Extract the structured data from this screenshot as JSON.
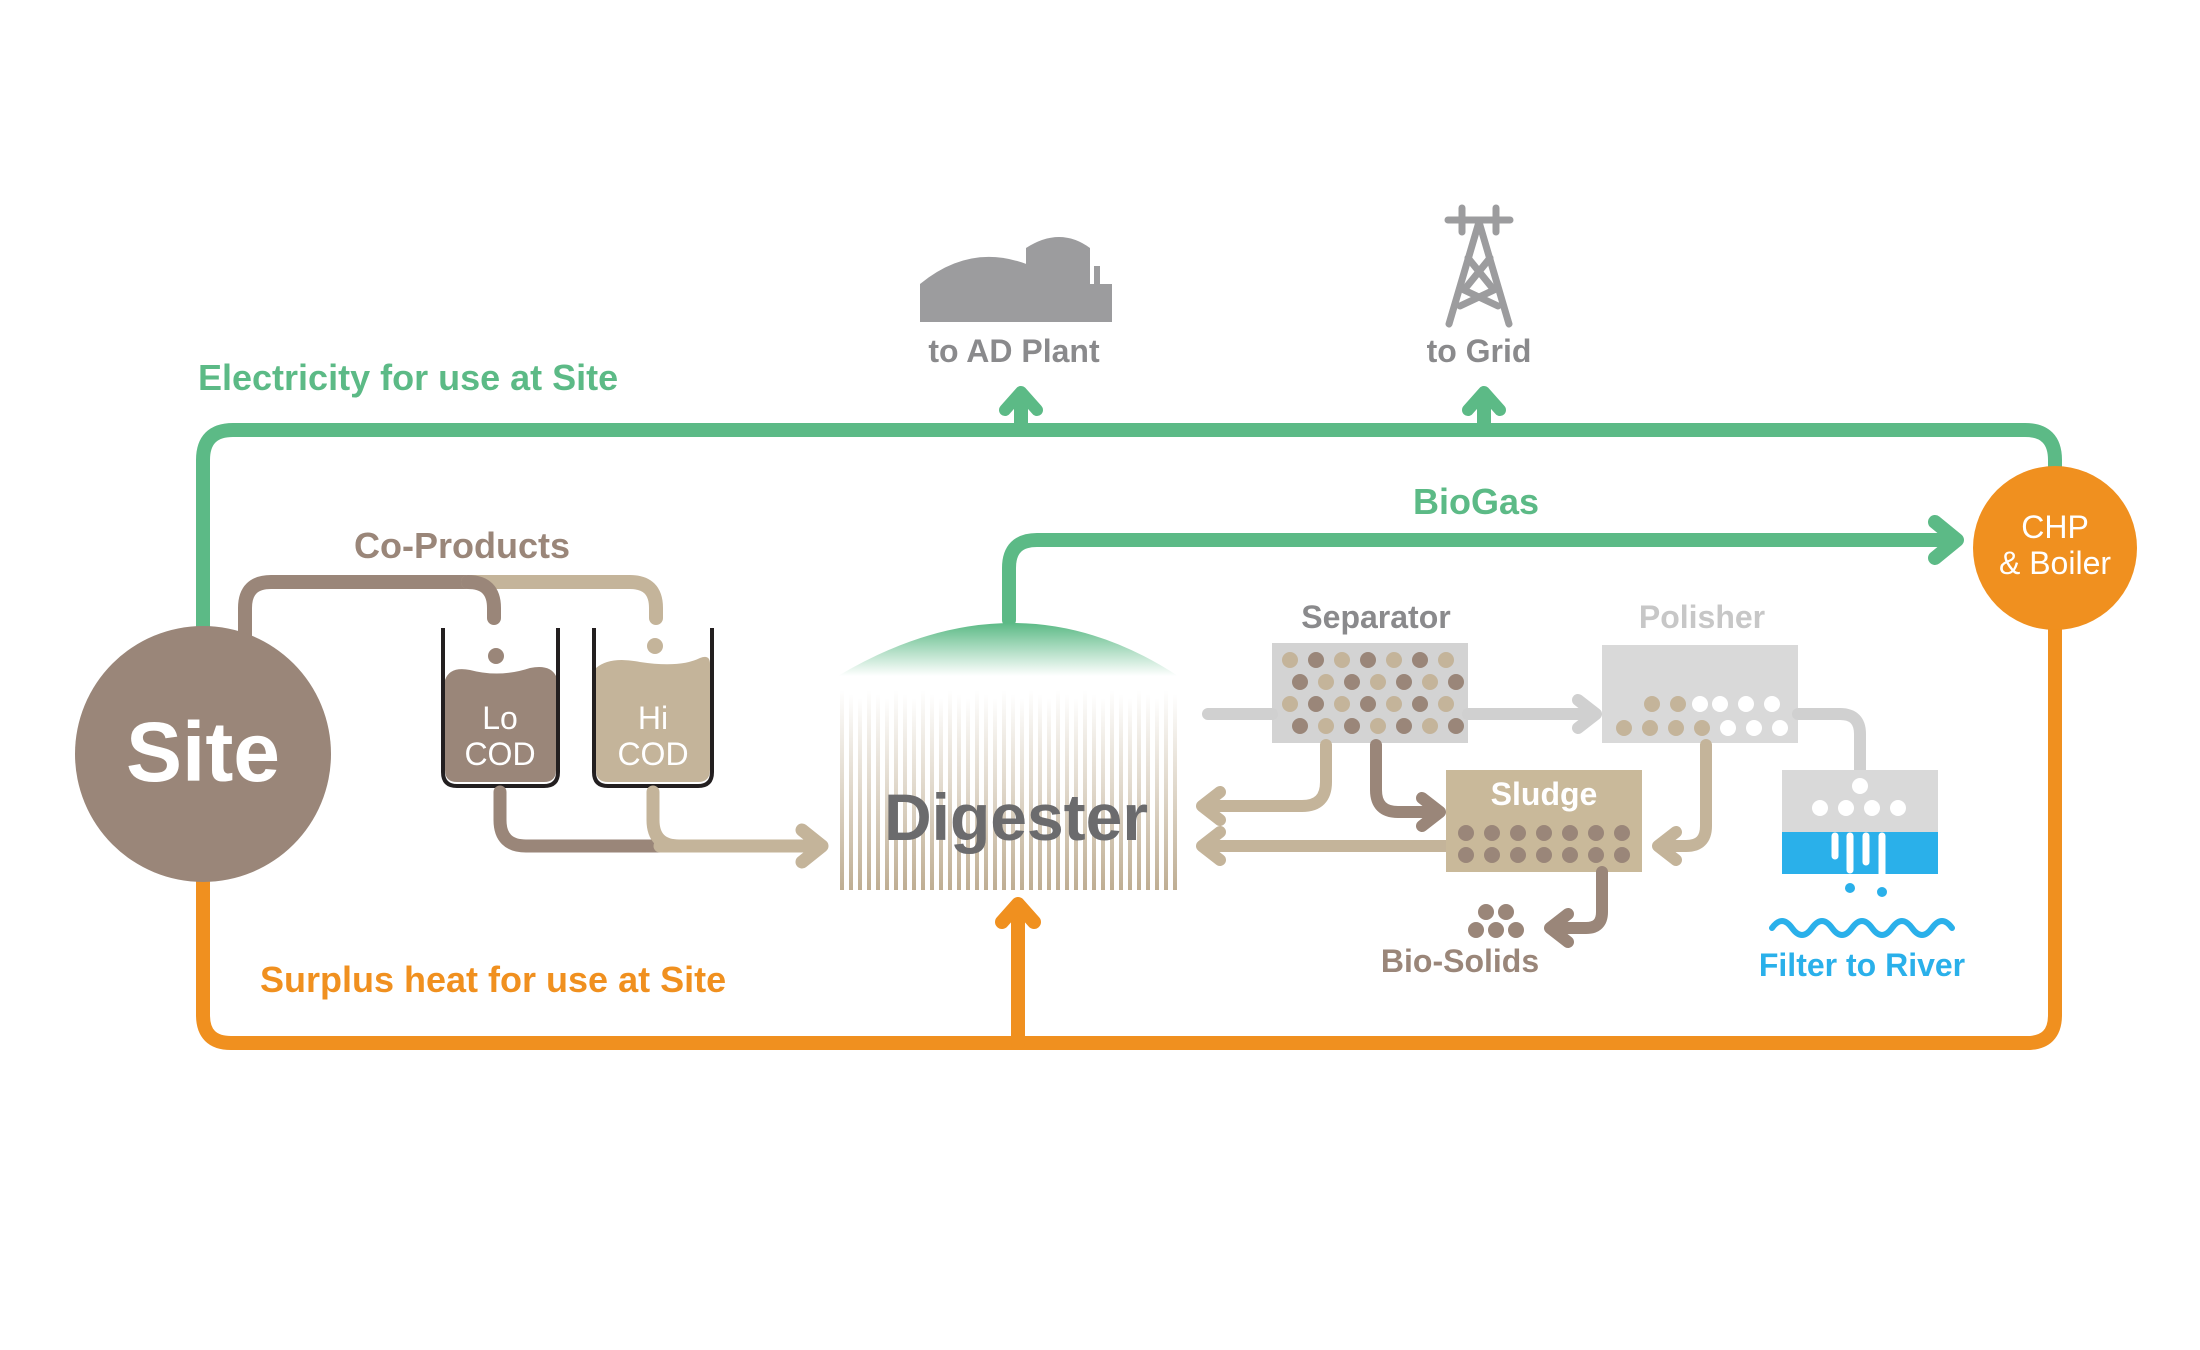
{
  "colors": {
    "green": "#5cba86",
    "orange": "#f0901f",
    "brown": "#9a8679",
    "tan": "#c4b49a",
    "dark_brown": "#8f7c6f",
    "grey": "#9c9c9e",
    "light_grey": "#cfcfcf",
    "blue": "#2ab0ea",
    "sludge": "#c9b99a"
  },
  "labels": {
    "electricity": "Electricity for use at Site",
    "surplus_heat": "Surplus heat for use at Site",
    "biogas": "BioGas",
    "co_products": "Co-Products",
    "site": "Site",
    "lo_cod_line1": "Lo",
    "lo_cod_line2": "COD",
    "hi_cod_line1": "Hi",
    "hi_cod_line2": "COD",
    "digester": "Digester",
    "separator": "Separator",
    "polisher": "Polisher",
    "sludge": "Sludge",
    "bio_solids": "Bio-Solids",
    "filter_to_river": "Filter to River",
    "chp_line1": "CHP",
    "chp_line2": "& Boiler",
    "to_ad_plant": "to AD Plant",
    "to_grid": "to Grid"
  },
  "icons": [
    "ad-plant-icon",
    "pylon-icon",
    "waves-icon"
  ]
}
